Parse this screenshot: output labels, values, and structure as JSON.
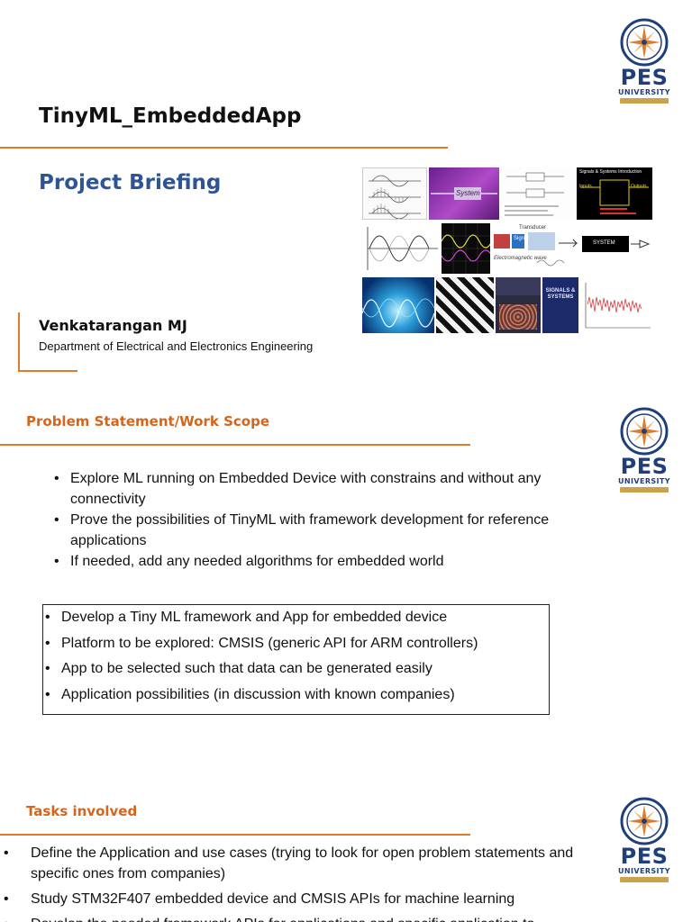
{
  "slide1": {
    "title": "TinyML_EmbeddedApp",
    "subtitle": "Project Briefing",
    "author": "Venkatarangan MJ",
    "department": "Department of Electrical and Electronics Engineering",
    "collage": {
      "system_label": "System",
      "system_block_label": "SYSTEM",
      "book_title_1": "SIGNALS & SYSTEMS",
      "em_wave_label": "Electromagnetic wave",
      "transducer_label": "Transducer",
      "signal_label": "Signal",
      "intro_label": "Signals & Systems Introduction",
      "sys_inputs": "Inputs",
      "sys_outputs": "Outputs"
    }
  },
  "logo": {
    "name": "PES",
    "sub": "UNIVERSITY"
  },
  "slide2": {
    "heading": "Problem Statement/Work Scope",
    "bullets": [
      "Explore ML running on Embedded Device with constrains and without any connectivity",
      "Prove the possibilities of TinyML with framework development for reference applications",
      "If needed, add any needed algorithms for embedded world"
    ],
    "box_bullets": [
      "Develop a Tiny ML framework and App for embedded device",
      "Platform to be explored: CMSIS (generic API for ARM controllers)",
      "App to be selected such that data can be generated easily",
      "Application possibilities (in discussion with known companies)"
    ]
  },
  "slide3": {
    "heading": "Tasks involved",
    "bullets": [
      "Define the Application and use cases (trying to look for open problem statements and specific ones from companies)",
      "Study STM32F407 embedded device and CMSIS APIs for machine learning",
      "Develop the needed framework APIs for applications and specific application to"
    ]
  },
  "colors": {
    "accent_orange": "#e07b2a",
    "heading_orange": "#d4651c",
    "title_blue": "#2f5496",
    "logo_blue": "#1f3f7a",
    "logo_gold": "#c9a24a"
  }
}
